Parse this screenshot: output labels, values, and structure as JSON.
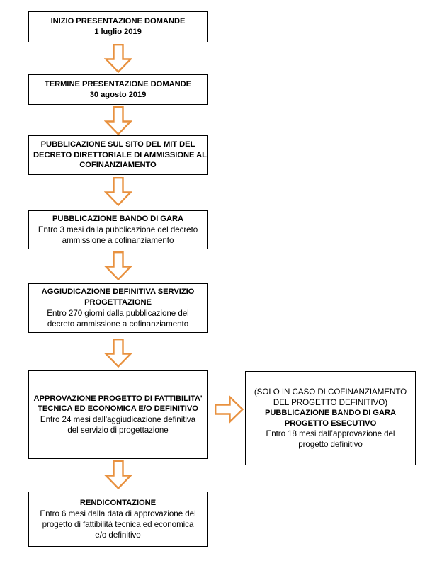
{
  "diagram": {
    "title": "Cronoprogramma presentazione domande e attuazione",
    "type": "flowchart",
    "orientation": "vertical-with-right-branch",
    "colors": {
      "arrow_stroke": "#E8913F",
      "box_border": "#000000",
      "box_fill": "#FFFFFF",
      "text": "#000000"
    }
  },
  "nodes": [
    {
      "id": "inizio",
      "name": "inizio-presentazione-domande",
      "lines": [
        {
          "text": "INIZIO PRESENTAZIONE DOMANDE",
          "style": "bold"
        },
        {
          "text": "1 luglio 2019",
          "style": "bold"
        }
      ]
    },
    {
      "id": "termine",
      "name": "termine-presentazione-domande",
      "lines": [
        {
          "text": "TERMINE PRESENTAZIONE  DOMANDE",
          "style": "bold"
        },
        {
          "text": "30 agosto 2019",
          "style": "bold"
        }
      ]
    },
    {
      "id": "pubblicazione-mit",
      "name": "pubblicazione-sito-mit",
      "lines": [
        {
          "text": "PUBBLICAZIONE SUL SITO DEL MIT DEL",
          "style": "bold"
        },
        {
          "text": "DECRETO  DIRETTORIALE DI AMMISSIONE AL",
          "style": "bold"
        },
        {
          "text": "COFINANZIAMENTO",
          "style": "bold"
        }
      ]
    },
    {
      "id": "bando-gara",
      "name": "pubblicazione-bando-di-gara",
      "lines": [
        {
          "text": "PUBBLICAZIONE BANDO DI GARA",
          "style": "bold"
        },
        {
          "text": "Entro 3 mesi dalla pubblicazione del decreto",
          "style": "reg"
        },
        {
          "text": "ammissione  a cofinanziamento",
          "style": "reg"
        }
      ]
    },
    {
      "id": "aggiudicazione",
      "name": "aggiudicazione-definitiva-servizio-progettazione",
      "lines": [
        {
          "text": "AGGIUDICAZIONE DEFINITIVA SERVIZIO",
          "style": "bold"
        },
        {
          "text": "PROGETTAZIONE",
          "style": "bold"
        },
        {
          "text": "Entro 270 giorni dalla pubblicazione del",
          "style": "reg"
        },
        {
          "text": "decreto ammissione a cofinanziamento",
          "style": "reg"
        }
      ]
    },
    {
      "id": "approvazione",
      "name": "approvazione-progetto-fattibilita",
      "lines": [
        {
          "text": "APPROVAZIONE PROGETTO  DI FATTIBILITA'",
          "style": "bold"
        },
        {
          "text": "TECNICA ED ECONOMICA E/O DEFINITIVO",
          "style": "bold"
        },
        {
          "text": "Entro 24 mesi dall'aggiudicazione definitiva",
          "style": "reg"
        },
        {
          "text": "del servizio di progettazione",
          "style": "reg"
        }
      ]
    },
    {
      "id": "esecutivo",
      "name": "pubblicazione-bando-gara-progetto-esecutivo",
      "lines": [
        {
          "text": "(SOLO IN CASO DI COFINANZIAMENTO",
          "style": "reg"
        },
        {
          "text": "DEL PROGETTO  DEFINITIVO)",
          "style": "reg"
        },
        {
          "text": "PUBBLICAZIONE BANDO DI GARA",
          "style": "bold"
        },
        {
          "text": "PROGETTO  ESECUTIVO",
          "style": "bold"
        },
        {
          "text": "Entro 18 mesi dall’approvazione del",
          "style": "reg"
        },
        {
          "text": "progetto definitivo",
          "style": "reg"
        }
      ]
    },
    {
      "id": "rendicontazione",
      "name": "rendicontazione",
      "lines": [
        {
          "text": "RENDICONTAZIONE",
          "style": "bold"
        },
        {
          "text": "Entro 6 mesi dalla data di approvazione del",
          "style": "reg"
        },
        {
          "text": "progetto di fattibilità  tecnica ed economica",
          "style": "reg"
        },
        {
          "text": "e/o definitivo",
          "style": "reg"
        }
      ]
    }
  ],
  "arrows": [
    {
      "id": "a1",
      "from": "inizio",
      "to": "termine",
      "direction": "down"
    },
    {
      "id": "a2",
      "from": "termine",
      "to": "pubblicazione-mit",
      "direction": "down"
    },
    {
      "id": "a3",
      "from": "pubblicazione-mit",
      "to": "bando-gara",
      "direction": "down"
    },
    {
      "id": "a4",
      "from": "bando-gara",
      "to": "aggiudicazione",
      "direction": "down"
    },
    {
      "id": "a5",
      "from": "aggiudicazione",
      "to": "approvazione",
      "direction": "down"
    },
    {
      "id": "a6",
      "from": "approvazione",
      "to": "rendicontazione",
      "direction": "down"
    },
    {
      "id": "a7",
      "from": "approvazione",
      "to": "esecutivo",
      "direction": "right"
    }
  ]
}
